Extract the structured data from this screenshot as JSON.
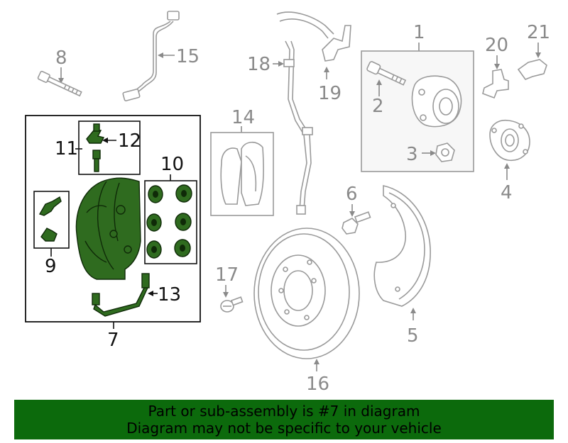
{
  "diagram": {
    "callouts": {
      "c1": "1",
      "c2": "2",
      "c3": "3",
      "c4": "4",
      "c5": "5",
      "c6": "6",
      "c7": "7",
      "c8": "8",
      "c9": "9",
      "c10": "10",
      "c11": "11",
      "c12": "12",
      "c13": "13",
      "c14": "14",
      "c15": "15",
      "c16": "16",
      "c17": "17",
      "c18": "18",
      "c19": "19",
      "c20": "20",
      "c21": "21"
    },
    "highlight_color": "#2f6b1f",
    "outline_color": "#9a9a9a"
  },
  "banner": {
    "line1": "Part or sub-assembly is #7 in diagram",
    "line2": "Diagram may not be specific to your vehicle",
    "background": "#0c6a0c"
  }
}
